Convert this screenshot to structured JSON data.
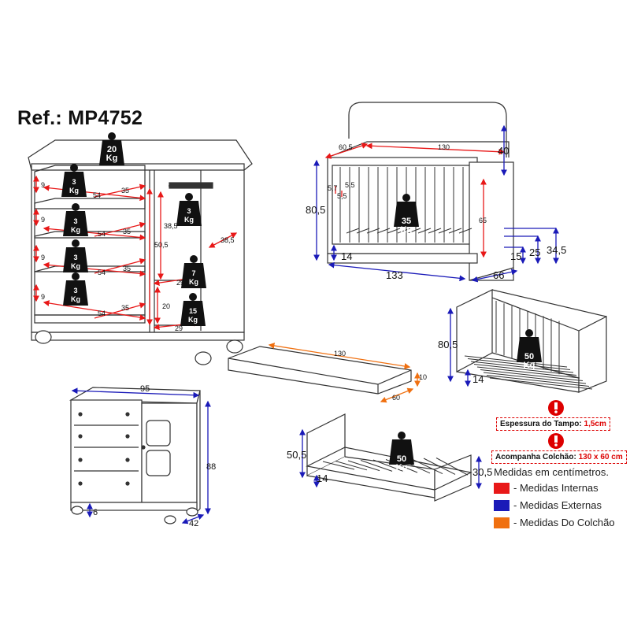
{
  "reference": "Ref.: MP4752",
  "colors": {
    "internal": "#e81818",
    "external": "#1a1ab8",
    "mattress": "#f07010",
    "line": "#333333",
    "warning": "#d00000"
  },
  "dresser_top": {
    "top_load": "20 Kg",
    "drawer_loads": [
      "3 Kg",
      "3 Kg",
      "3 Kg",
      "3 Kg"
    ],
    "hanger_load": "3 Kg",
    "shelf_loads": [
      "7 Kg",
      "15 Kg"
    ],
    "drawer_heights": [
      "9",
      "9",
      "9",
      "9"
    ],
    "drawer_widths": [
      "54",
      "54",
      "54",
      "54"
    ],
    "drawer_depths": [
      "35",
      "35",
      "35",
      "35"
    ],
    "door_height": "38,5",
    "cabinet_height": "50,5",
    "shelf_width": "29",
    "shelf_width_low": "29",
    "low_height": "20",
    "depth": "38,5"
  },
  "crib": {
    "top_width": "130",
    "top_depth": "60,5",
    "headboard": "40",
    "slat_a": "5,7",
    "slat_b": "5,5",
    "slat_c": "5,5",
    "height": "80,5",
    "inner_height": "65",
    "base": "14",
    "width": "133",
    "depth": "66",
    "h15": "15",
    "h25": "25",
    "h345": "34,5",
    "load": "35 Kg"
  },
  "daybed": {
    "height": "80,5",
    "base": "14",
    "load": "50 Kg"
  },
  "mattress": {
    "length": "130",
    "width": "60",
    "thickness": "10"
  },
  "dresser_bottom": {
    "width": "95",
    "height": "88",
    "feet": "6",
    "depth": "42"
  },
  "bed": {
    "height": "50,5",
    "base": "14",
    "foot": "30,5",
    "load": "50 Kg"
  },
  "notes": {
    "top_thickness_label": "Espessura do Tampo:",
    "top_thickness_value": "1,5cm",
    "mattress_label": "Acompanha Colchão:",
    "mattress_value": "130 x 60 cm",
    "units": "Medidas em centímetros."
  },
  "legend": [
    {
      "color": "#e81818",
      "label": "- Medidas Internas"
    },
    {
      "color": "#1a1ab8",
      "label": "- Medidas Externas"
    },
    {
      "color": "#f07010",
      "label": "- Medidas Do Colchão"
    }
  ]
}
